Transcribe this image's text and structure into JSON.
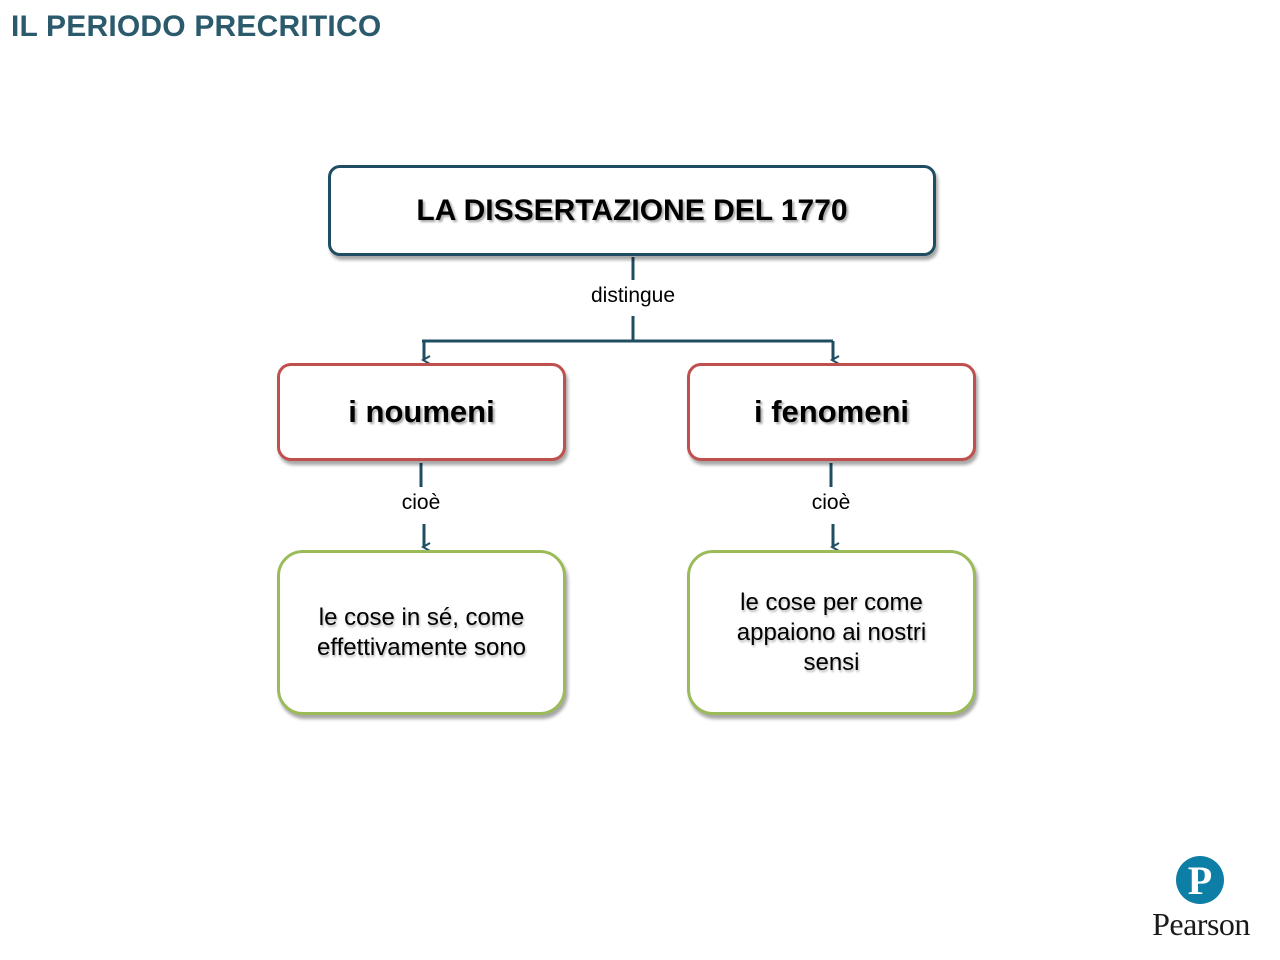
{
  "slide": {
    "title": "IL PERIODO PRECRITICO"
  },
  "diagram": {
    "root": "LA DISSERTAZIONE DEL 1770",
    "root_link": "distingue",
    "branches": [
      {
        "concept": "i noumeni",
        "link": "cioè",
        "definition": "le cose in sé, come effettivamente sono"
      },
      {
        "concept": "i fenomeni",
        "link": "cioè",
        "definition": "le cose per come appaiono ai nostri sensi"
      }
    ]
  },
  "colors": {
    "title": "#2a5a6b",
    "connector": "#1f4e63",
    "root_border": "#1f4e63",
    "concept_border": "#c0504d",
    "definition_border": "#9bbb59",
    "logo": "#0d7fa6"
  },
  "logo": {
    "icon": "pearson-p-icon",
    "wordmark": "Pearson"
  }
}
